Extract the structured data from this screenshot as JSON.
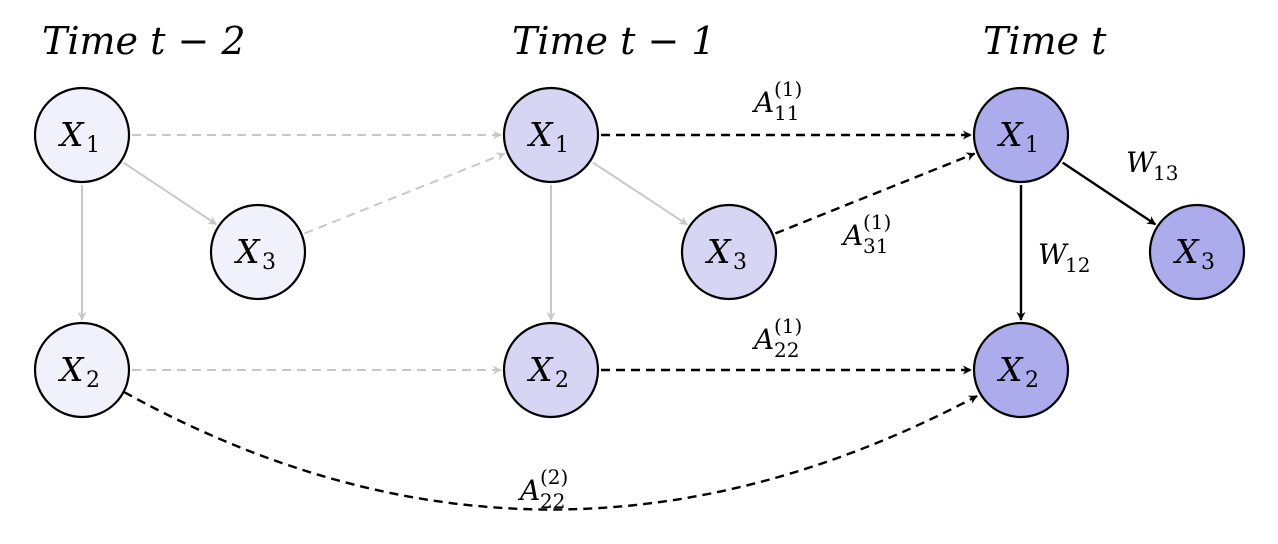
{
  "diagram": {
    "colors": {
      "node_fill_t2": "#f1f1fc",
      "node_fill_t1": "#d6d6f4",
      "node_fill_t": "#acacec",
      "edge_dark": "#000000",
      "edge_light": "#c8c8c8"
    },
    "time_labels": [
      {
        "text": "Time t − 2"
      },
      {
        "text": "Time t − 1"
      },
      {
        "text": "Time t"
      }
    ],
    "nodes": [
      {
        "id": "x1_t2",
        "var": "X",
        "sub": "1",
        "time": "t-2"
      },
      {
        "id": "x3_t2",
        "var": "X",
        "sub": "3",
        "time": "t-2"
      },
      {
        "id": "x2_t2",
        "var": "X",
        "sub": "2",
        "time": "t-2"
      },
      {
        "id": "x1_t1",
        "var": "X",
        "sub": "1",
        "time": "t-1"
      },
      {
        "id": "x3_t1",
        "var": "X",
        "sub": "3",
        "time": "t-1"
      },
      {
        "id": "x2_t1",
        "var": "X",
        "sub": "2",
        "time": "t-1"
      },
      {
        "id": "x1_t",
        "var": "X",
        "sub": "1",
        "time": "t"
      },
      {
        "id": "x3_t",
        "var": "X",
        "sub": "3",
        "time": "t"
      },
      {
        "id": "x2_t",
        "var": "X",
        "sub": "2",
        "time": "t"
      }
    ],
    "edges": [
      {
        "from": "x1_t2",
        "to": "x3_t2",
        "style": "solid-light"
      },
      {
        "from": "x1_t2",
        "to": "x2_t2",
        "style": "solid-light"
      },
      {
        "from": "x1_t2",
        "to": "x1_t1",
        "style": "dashed-light"
      },
      {
        "from": "x3_t2",
        "to": "x1_t1",
        "style": "dashed-light"
      },
      {
        "from": "x2_t2",
        "to": "x2_t1",
        "style": "dashed-light"
      },
      {
        "from": "x1_t1",
        "to": "x3_t1",
        "style": "solid-light"
      },
      {
        "from": "x1_t1",
        "to": "x2_t1",
        "style": "solid-light"
      },
      {
        "from": "x1_t1",
        "to": "x1_t",
        "style": "dashed-dark",
        "label": {
          "base": "A",
          "sub": "11",
          "sup": "(1)"
        }
      },
      {
        "from": "x3_t1",
        "to": "x1_t",
        "style": "dashed-dark",
        "label": {
          "base": "A",
          "sub": "31",
          "sup": "(1)"
        }
      },
      {
        "from": "x2_t1",
        "to": "x2_t",
        "style": "dashed-dark",
        "label": {
          "base": "A",
          "sub": "22",
          "sup": "(1)"
        }
      },
      {
        "from": "x2_t2",
        "to": "x2_t",
        "style": "dashed-dark-curve",
        "label": {
          "base": "A",
          "sub": "22",
          "sup": "(2)"
        }
      },
      {
        "from": "x1_t",
        "to": "x2_t",
        "style": "solid-dark",
        "label": {
          "base": "W",
          "sub": "12",
          "sup": ""
        }
      },
      {
        "from": "x1_t",
        "to": "x3_t",
        "style": "solid-dark",
        "label": {
          "base": "W",
          "sub": "13",
          "sup": ""
        }
      }
    ]
  }
}
